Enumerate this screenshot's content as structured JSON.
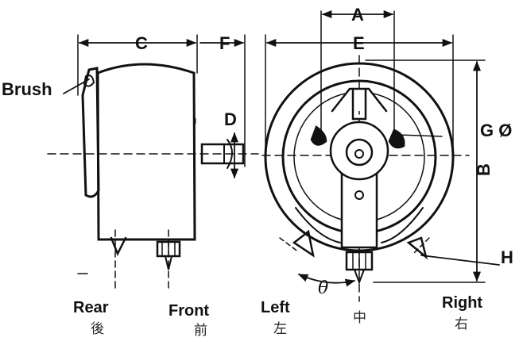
{
  "labels": {
    "a": "A",
    "b": "B",
    "c": "C",
    "d": "D",
    "e": "E",
    "f": "F",
    "g": "G Ø",
    "h": "H",
    "theta": "θ",
    "brush": "Brush"
  },
  "side_view": {
    "rear": "Rear",
    "rear_cjk": "後",
    "front": "Front",
    "front_cjk": "前"
  },
  "front_view": {
    "left": "Left",
    "left_cjk": "左",
    "center_cjk": "中",
    "right": "Right",
    "right_cjk": "右"
  },
  "colors": {
    "ink": "#111111",
    "background": "#ffffff"
  }
}
